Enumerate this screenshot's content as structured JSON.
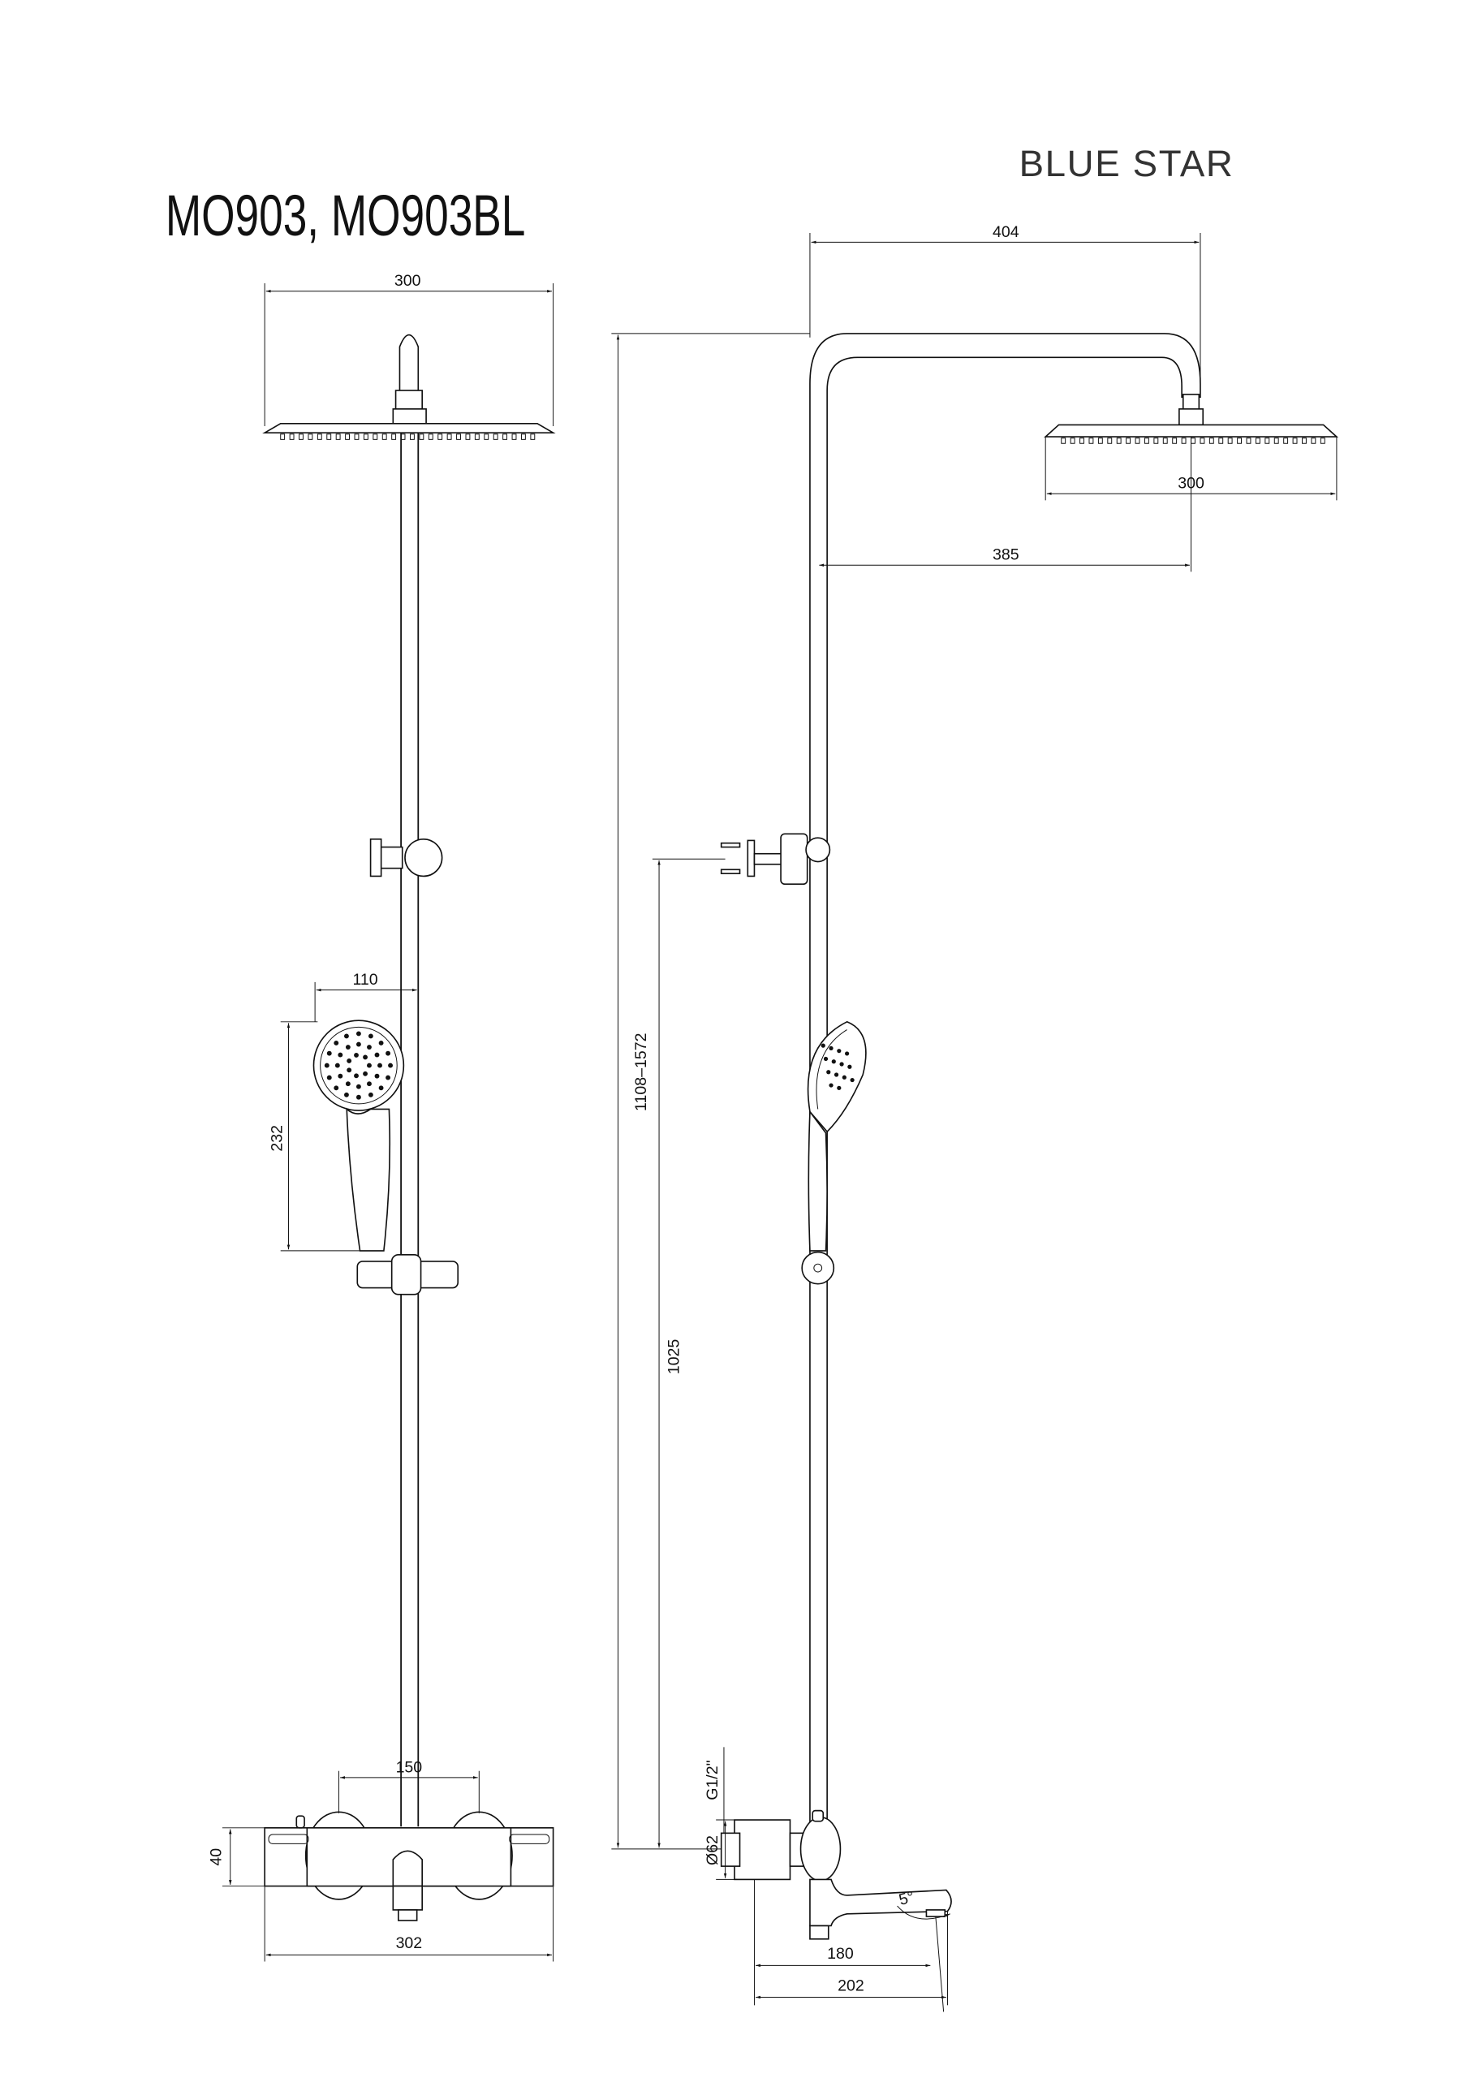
{
  "brand": "BLUE STAR",
  "title": "MO903, MO903BL",
  "front_view": {
    "head_width": "300",
    "handshower_width": "110",
    "handshower_height": "232",
    "knob_spacing": "150",
    "mixer_height": "40",
    "mixer_width": "302"
  },
  "side_view": {
    "arm_reach_total": "404",
    "head_width": "300",
    "arm_reach_center": "385",
    "height_range": "1108–1572",
    "bracket_height": "1025",
    "thread": "G1/2\"",
    "flange_diameter": "Ø62",
    "spout_reach": "180",
    "spout_total": "202",
    "spout_angle": "5°"
  }
}
